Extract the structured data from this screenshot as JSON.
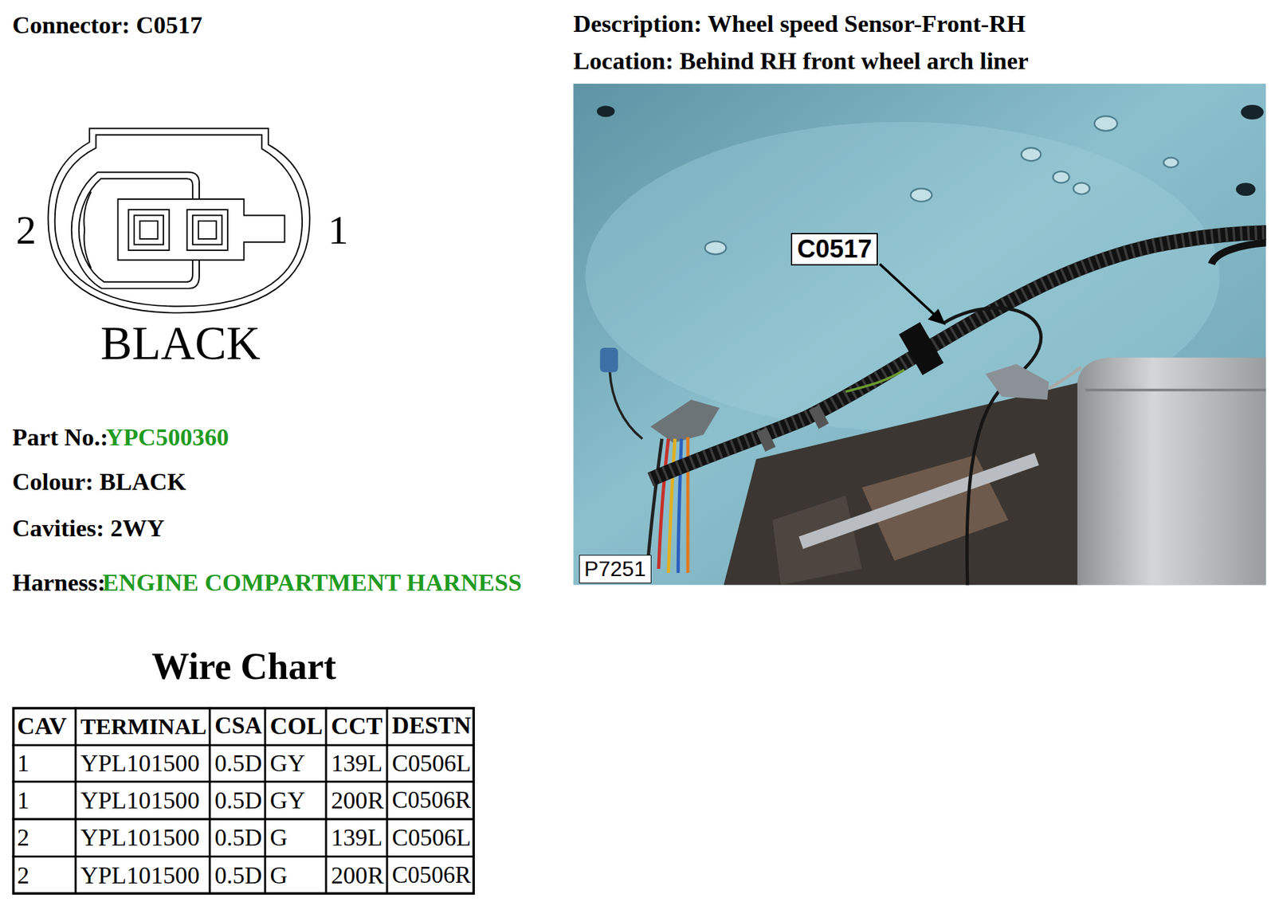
{
  "diagram": {
    "nodes": [
      {
        "text": [
          "C0517"
        ]
      },
      {
        "text": [
          "P7251"
        ]
      }
    ],
    "labels": [
      "Connector: C0517",
      "Description: Wheel speed Sensor-Front-RH",
      "Location: Behind RH front wheel arch liner",
      "2",
      "1",
      "BLACK",
      "Part No.:",
      "YPC500360",
      "Colour: BLACK",
      "Cavities: 2WY",
      "Harness:",
      "ENGINE COMPARTMENT HARNESS",
      "Wire Chart",
      "CAV",
      "TERMINAL",
      "CSA",
      "COL",
      "CCT",
      "DESTN",
      "1",
      "YPL101500",
      "0.5D",
      "GY",
      "139L",
      "C0506L",
      "1",
      "YPL101500",
      "0.5D",
      "GY",
      "200R",
      "C0506R",
      "2",
      "YPL101500",
      "0.5D",
      "G",
      "139L",
      "C0506L",
      "2",
      "YPL101500",
      "0.5D",
      "G",
      "200R",
      "C0506R"
    ]
  }
}
